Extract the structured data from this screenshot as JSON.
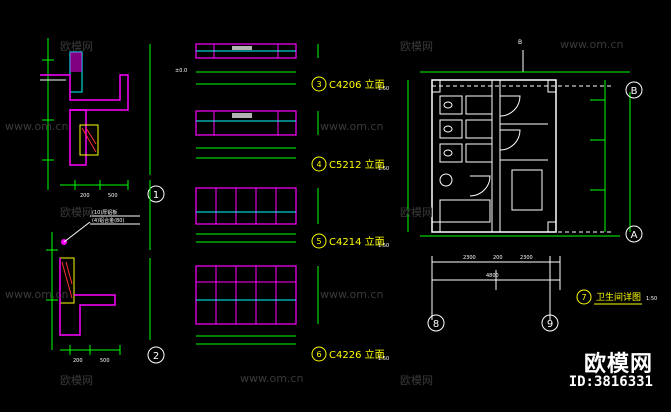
{
  "watermark": {
    "site_cn": "欧模网",
    "site_url": "www.om.cn"
  },
  "brand": {
    "name": "欧模网",
    "id_text": "ID:3816331"
  },
  "details": {
    "marker_1": "1",
    "marker_2": "2",
    "note_line1": "(10)厚铝板",
    "note_line2": "(4)铝合金(80)"
  },
  "elevations": [
    {
      "num": "3",
      "title": "C4206 立面",
      "scale": "1:50"
    },
    {
      "num": "4",
      "title": "C5212 立面",
      "scale": "1:50"
    },
    {
      "num": "5",
      "title": "C4214 立面",
      "scale": "1:50"
    },
    {
      "num": "6",
      "title": "C4226 立面",
      "scale": "1:50"
    }
  ],
  "plan": {
    "num": "7",
    "title": "卫生间详图",
    "scale": "1:50",
    "axis_b_top": "B",
    "axis_b": "B",
    "axis_a": "A",
    "axis_8": "8",
    "axis_9": "9",
    "dim_total": "4800",
    "dim_left": "2300",
    "dim_mid": "200",
    "dim_right": "2300"
  },
  "colors": {
    "cyan": "#00ffff",
    "magenta": "#ff00ff",
    "yellow": "#ffff00",
    "green": "#00ff00",
    "white": "#ffffff",
    "red": "#ff3030",
    "gray": "#9a9a9a",
    "blue": "#4040ff"
  }
}
